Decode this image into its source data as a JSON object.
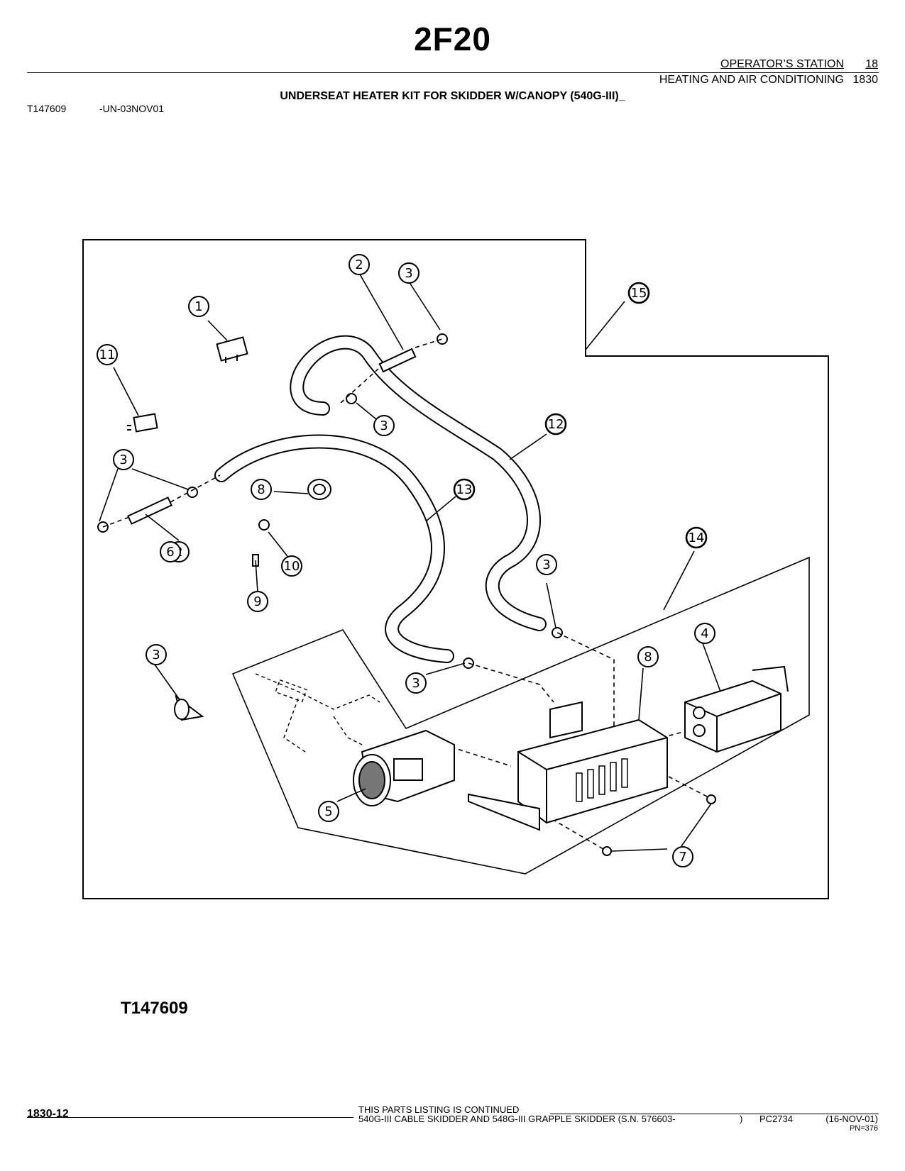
{
  "page_code": "2F20",
  "header": {
    "section": "OPERATOR’S STATION",
    "section_number": "18",
    "subsection": "HEATING AND AIR CONDITIONING",
    "subsection_number": "1830"
  },
  "kit_title": "UNDERSEAT HEATER KIT FOR SKIDDER W/CANOPY (540G-III)_",
  "illustration": {
    "id": "T147609",
    "date_code": "-UN-03NOV01",
    "figure_label": "T147609",
    "callouts": [
      "1",
      "2",
      "3",
      "11",
      "3",
      "3",
      "2",
      "8",
      "10",
      "9",
      "3",
      "12",
      "13",
      "15",
      "14",
      "3",
      "3",
      "8",
      "4",
      "5",
      "7",
      "6"
    ]
  },
  "footer": {
    "page": "1830-12",
    "continued": "THIS PARTS LISTING IS CONTINUED",
    "machine": "540G-III CABLE SKIDDER AND 548G-III GRAPPLE SKIDDER (S.N. 576603-",
    "paren": ")",
    "pc": "PC2734",
    "date": "(16-NOV-01)",
    "pn": "PN=376"
  }
}
